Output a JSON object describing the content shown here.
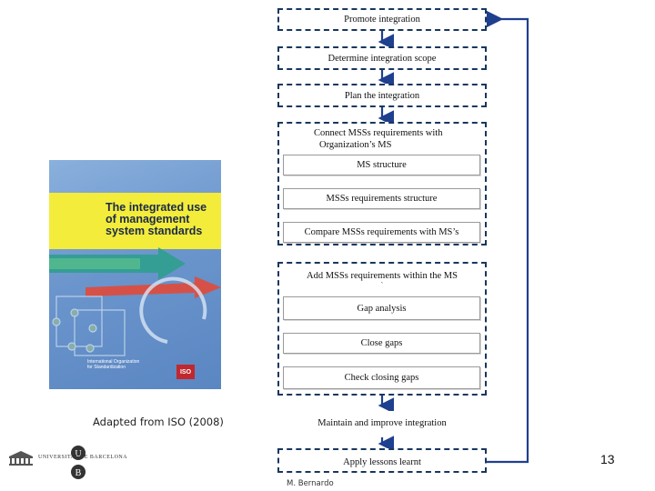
{
  "flow": {
    "promote": "Promote integration",
    "determine": "Determine integration scope",
    "plan": "Plan the integration",
    "connect_line1": "Connect MSSs requirements with",
    "connect_line2": "Organization’s MS",
    "ms_structure": "MS structure",
    "mss_structure": "MSSs requirements structure",
    "compare": "Compare MSSs requirements with MS’s",
    "add_line1": "Add MSSs requirements within the MS",
    "add_line2": "`",
    "gap": "Gap analysis",
    "close": "Close gaps",
    "check": "Check closing gaps",
    "maintain": "Maintain and improve integration",
    "apply": "Apply lessons learnt"
  },
  "cover": {
    "title": "The integrated use of management system standards",
    "organization": "International Organization for Standardization",
    "logo": "ISO"
  },
  "caption": "Adapted from ISO (2008)",
  "footer": {
    "page_number": "13",
    "author": "M. Bernardo",
    "university": "UNIVERSITAT DE BARCELONA"
  },
  "colors": {
    "dashed_border": "#17375e",
    "arrow": "#1f3f8f",
    "gray_arrow": "#777777",
    "cover_blue": "#6b95cc",
    "cover_yellow": "#f3ec3a"
  }
}
